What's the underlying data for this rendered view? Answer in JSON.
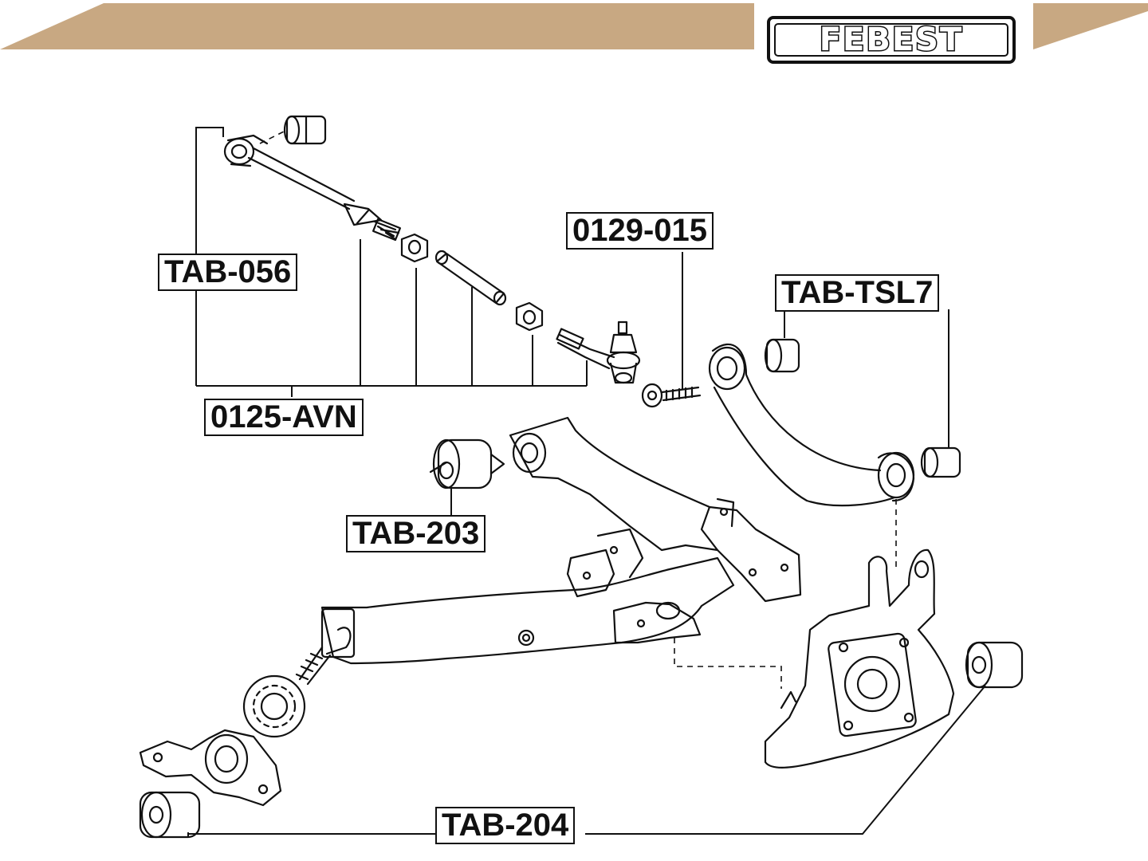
{
  "brand": {
    "logo_text": "FEBEST",
    "banner_color": "#c8a882"
  },
  "labels": {
    "tab_056": "TAB-056",
    "avn_0125": "0125-AVN",
    "p0129_015": "0129-015",
    "tab_tsl7": "TAB-TSL7",
    "tab_203": "TAB-203",
    "tab_204": "TAB-204"
  }
}
